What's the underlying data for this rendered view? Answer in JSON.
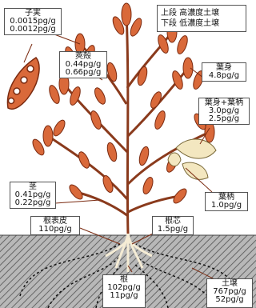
{
  "legend": {
    "line1": "上段 高濃度土壌",
    "line2": "下段 低濃度土壌"
  },
  "labels": {
    "seed": {
      "name": "子実",
      "v1": "0.0015pg/g",
      "v2": "0.0012pg/g"
    },
    "pod": {
      "name": "莢殻",
      "v1": "0.44pg/g",
      "v2": "0.66pg/g"
    },
    "leaf": {
      "name": "葉身",
      "v1": "4.8pg/g"
    },
    "leaf_stalk": {
      "name": "葉身+葉柄",
      "v1": "3.0pg/g",
      "v2": "2.5pg/g"
    },
    "stem": {
      "name": "茎",
      "v1": "0.41pg/g",
      "v2": "0.22pg/g"
    },
    "petiole": {
      "name": "葉柄",
      "v1": "1.0pg/g"
    },
    "root_skin": {
      "name": "根表皮",
      "v1": "110pg/g"
    },
    "root_core": {
      "name": "根芯",
      "v1": "1.5pg/g"
    },
    "root": {
      "name": "根",
      "v1": "102pg/g",
      "v2": "11pg/g"
    },
    "soil": {
      "name": "土壌",
      "v1": "767pg/g",
      "v2": "52pg/g"
    }
  },
  "colors": {
    "leaf": "#d9693a",
    "leaf_dark": "#7a2a10",
    "stem": "#8a3a1c",
    "soil": "#9a9a9a",
    "pale_leaf": "#f3e7c0"
  }
}
